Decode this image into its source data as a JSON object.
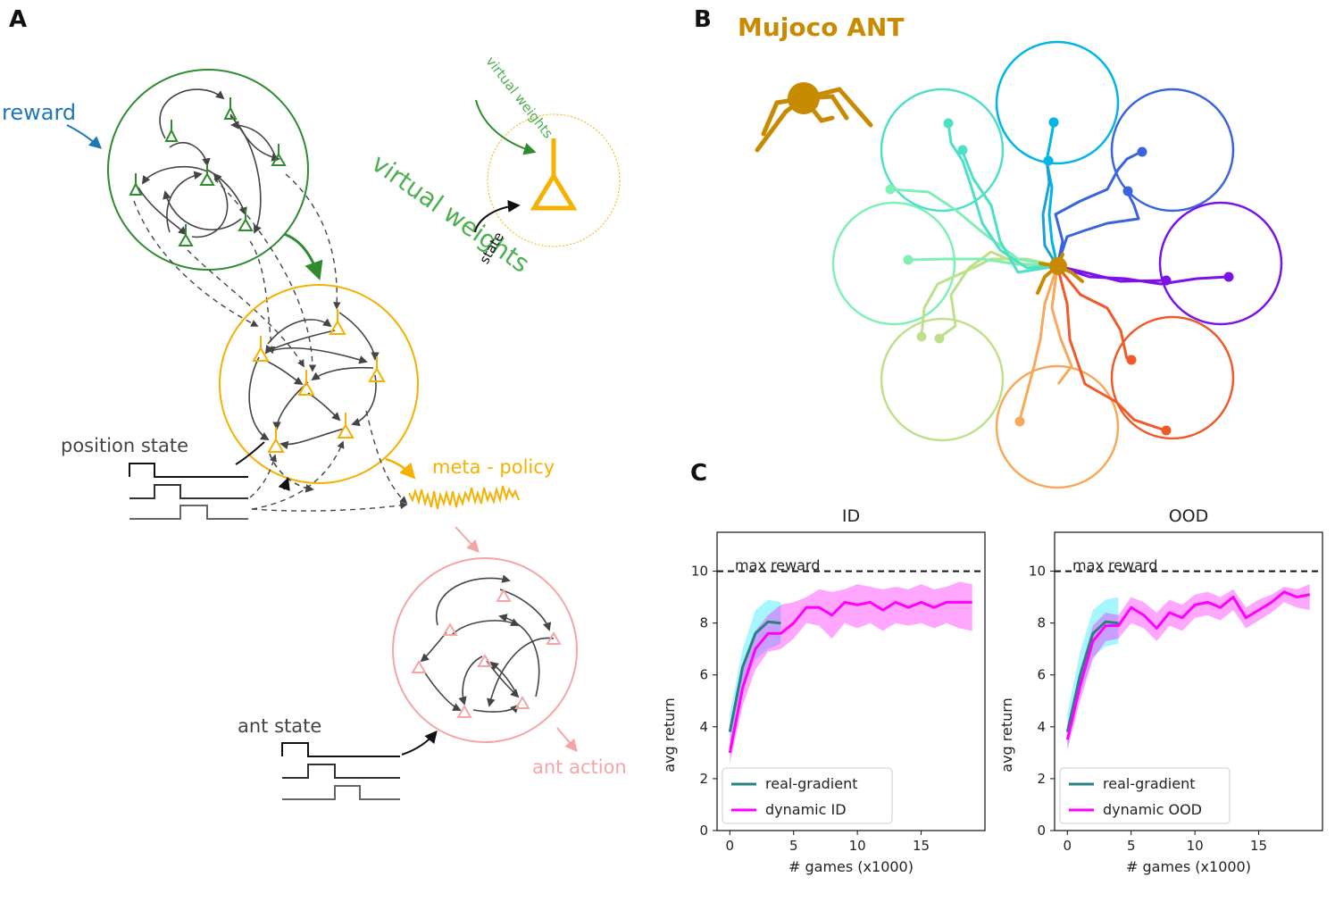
{
  "panel_a": {
    "letter": "A",
    "reward_label": "reward",
    "virtual_weights_label": "virtual weights",
    "inset_virtual_weights_label": "virtual weights",
    "inset_state_label": "state",
    "position_state_label": "position state",
    "meta_policy_label": "meta - policy",
    "ant_state_label": "ant state",
    "ant_action_label": "ant action",
    "colors": {
      "reward": "#1f77b4",
      "virtual_weights": "#2e8b2e",
      "meta_policy": "#f5b000",
      "ant_action": "#f4a6a6",
      "connection": "#444444"
    }
  },
  "panel_b": {
    "letter": "B",
    "title": "Mujoco ANT",
    "title_color": "#c88a00",
    "goal_colors": [
      "#00b4e6",
      "#3a63e0",
      "#7a12e8",
      "#f05a28",
      "#f8a858",
      "#bfe08a",
      "#7fefb6",
      "#4de0c6"
    ]
  },
  "panel_c": {
    "letter": "C",
    "max_reward_label": "max reward",
    "chart_data": [
      {
        "type": "line",
        "title": "ID",
        "xlabel": "# games (x1000)",
        "ylabel": "avg return",
        "xlim": [
          -1,
          20
        ],
        "ylim": [
          0,
          11.5
        ],
        "xticks": [
          0,
          5,
          10,
          15
        ],
        "yticks": [
          0,
          2,
          4,
          6,
          8,
          10
        ],
        "legend_position": "lower-left",
        "reference_line": {
          "y": 10,
          "label": "max reward",
          "style": "dashed"
        },
        "series": [
          {
            "name": "real-gradient",
            "color": "#2a7f7f",
            "band_color": "#00e5ff",
            "x": [
              0,
              1,
              2,
              3,
              4
            ],
            "y": [
              3.8,
              6.3,
              7.6,
              8.05,
              8.0
            ],
            "lower": [
              3.2,
              5.5,
              6.6,
              7.0,
              7.2
            ],
            "upper": [
              4.5,
              7.0,
              8.5,
              8.9,
              8.8
            ]
          },
          {
            "name": "dynamic ID",
            "color": "#ff00ff",
            "band_color": "#ff00ff",
            "x": [
              0,
              1,
              2,
              3,
              4,
              5,
              6,
              7,
              8,
              9,
              10,
              11,
              12,
              13,
              14,
              15,
              16,
              17,
              18,
              19
            ],
            "y": [
              3.0,
              5.5,
              7.0,
              7.6,
              7.6,
              8.0,
              8.6,
              8.6,
              8.3,
              8.8,
              8.7,
              8.8,
              8.5,
              8.8,
              8.6,
              8.8,
              8.6,
              8.8,
              8.8,
              8.8
            ],
            "lower": [
              2.6,
              4.8,
              6.2,
              6.9,
              7.0,
              7.4,
              8.0,
              7.9,
              7.4,
              8.0,
              7.8,
              8.0,
              7.7,
              8.0,
              7.9,
              8.0,
              7.8,
              8.0,
              7.8,
              7.7
            ],
            "upper": [
              3.5,
              6.2,
              7.7,
              8.3,
              8.7,
              8.8,
              9.0,
              9.3,
              9.2,
              9.3,
              9.5,
              9.4,
              9.3,
              9.4,
              9.3,
              9.5,
              9.3,
              9.4,
              9.6,
              9.5
            ]
          }
        ]
      },
      {
        "type": "line",
        "title": "OOD",
        "xlabel": "# games (x1000)",
        "ylabel": "avg return",
        "xlim": [
          -1,
          20
        ],
        "ylim": [
          0,
          11.5
        ],
        "xticks": [
          0,
          5,
          10,
          15
        ],
        "yticks": [
          0,
          2,
          4,
          6,
          8,
          10
        ],
        "legend_position": "lower-left",
        "reference_line": {
          "y": 10,
          "label": "max reward",
          "style": "dashed"
        },
        "series": [
          {
            "name": "real-gradient",
            "color": "#2a7f7f",
            "band_color": "#00e5ff",
            "x": [
              0,
              1,
              2,
              3,
              4
            ],
            "y": [
              3.8,
              6.0,
              7.6,
              8.05,
              8.0
            ],
            "lower": [
              3.2,
              5.2,
              6.7,
              7.1,
              7.2
            ],
            "upper": [
              4.5,
              6.9,
              8.5,
              8.9,
              9.0
            ]
          },
          {
            "name": "dynamic OOD",
            "color": "#ff00ff",
            "band_color": "#ff00ff",
            "x": [
              0,
              1,
              2,
              3,
              4,
              5,
              6,
              7,
              8,
              9,
              10,
              11,
              12,
              13,
              14,
              15,
              16,
              17,
              18,
              19
            ],
            "y": [
              3.5,
              5.6,
              7.3,
              7.9,
              7.9,
              8.6,
              8.3,
              7.8,
              8.4,
              8.2,
              8.7,
              8.8,
              8.6,
              9.0,
              8.2,
              8.5,
              8.8,
              9.2,
              9.0,
              9.1
            ],
            "lower": [
              3.1,
              5.0,
              6.6,
              7.3,
              7.4,
              8.0,
              7.8,
              7.3,
              7.9,
              7.7,
              8.2,
              8.3,
              8.1,
              8.5,
              7.8,
              8.1,
              8.4,
              8.8,
              8.6,
              8.5
            ],
            "upper": [
              3.9,
              6.2,
              7.9,
              8.4,
              8.3,
              9.0,
              8.8,
              8.4,
              8.9,
              8.7,
              9.1,
              9.2,
              9.0,
              9.3,
              8.6,
              8.9,
              9.1,
              9.4,
              9.3,
              9.5
            ]
          }
        ]
      }
    ]
  }
}
